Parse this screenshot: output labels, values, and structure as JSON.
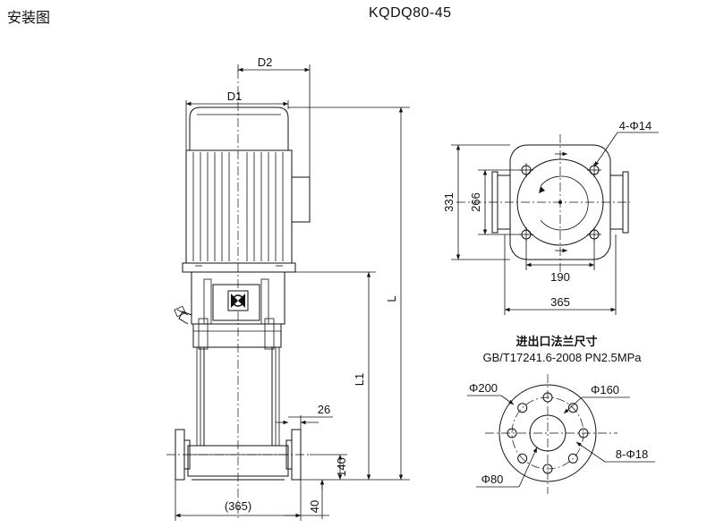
{
  "header": {
    "section_title": "安装图",
    "model": "KQDQ80-45"
  },
  "dimensions": {
    "d2": "D2",
    "d1": "D1",
    "l": "L",
    "l1": "L1",
    "dim_26": "26",
    "dim_140": "140",
    "dim_40": "40",
    "dim_365_paren": "(365)",
    "holes_4": "4-Φ14",
    "dim_331": "331",
    "dim_266": "266",
    "dim_190": "190",
    "dim_365": "365"
  },
  "flange": {
    "title": "进出口法兰尺寸",
    "standard": "GB/T17241.6-2008 PN2.5MPa",
    "d200": "Φ200",
    "d160": "Φ160",
    "holes_8": "8-Φ18",
    "d80": "Φ80"
  },
  "colors": {
    "line": "#111111",
    "background": "#ffffff"
  },
  "icons": {
    "brand_logo": "kq-logo-icon"
  }
}
